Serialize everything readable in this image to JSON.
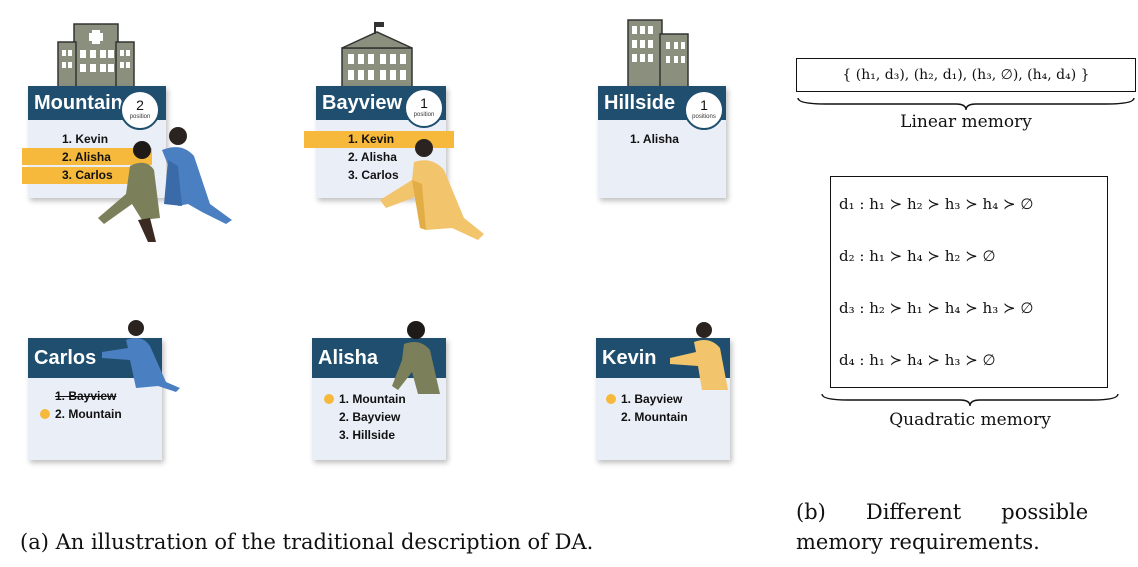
{
  "hospitals": [
    {
      "name": "Mountain",
      "capacity": "2",
      "capacity_label": "position",
      "list": [
        "1.  Kevin",
        "2.  Alisha",
        "3.  Carlos"
      ]
    },
    {
      "name": "Bayview",
      "capacity": "1",
      "capacity_label": "position",
      "list": [
        "1.  Kevin",
        "2.  Alisha",
        "3.  Carlos"
      ]
    },
    {
      "name": "Hillside",
      "capacity": "1",
      "capacity_label": "positions",
      "list": [
        "1.  Alisha"
      ]
    }
  ],
  "doctors": [
    {
      "name": "Carlos",
      "list": [
        "1.  Bayview",
        "2.  Mountain"
      ]
    },
    {
      "name": "Alisha",
      "list": [
        "1.  Mountain",
        "2.  Bayview",
        "3.  Hillside"
      ]
    },
    {
      "name": "Kevin",
      "list": [
        "1.  Bayview",
        "2.  Mountain"
      ]
    }
  ],
  "linear": {
    "formula": "{ (h₁, d₃),  (h₂, d₁),  (h₃, ∅),  (h₄, d₄) }",
    "label": "Linear memory"
  },
  "quadratic": {
    "rows": [
      "d₁ :  h₁ ≻ h₂ ≻ h₃ ≻ h₄ ≻ ∅",
      "d₂ :  h₁ ≻ h₄ ≻ h₂ ≻ ∅",
      "d₃ :  h₂ ≻ h₁ ≻ h₄ ≻ h₃ ≻ ∅",
      "d₄ :  h₁ ≻ h₄ ≻ h₃ ≻ ∅"
    ],
    "label": "Quadratic memory"
  },
  "captions": {
    "a": "(a) An illustration of the traditional description of DA.",
    "b_line1": "(b)      Different      possible",
    "b_line2": "memory requirements."
  },
  "colors": {
    "header": "#1f4e6e",
    "card": "#e9eef7",
    "highlight": "#f6b93b"
  }
}
